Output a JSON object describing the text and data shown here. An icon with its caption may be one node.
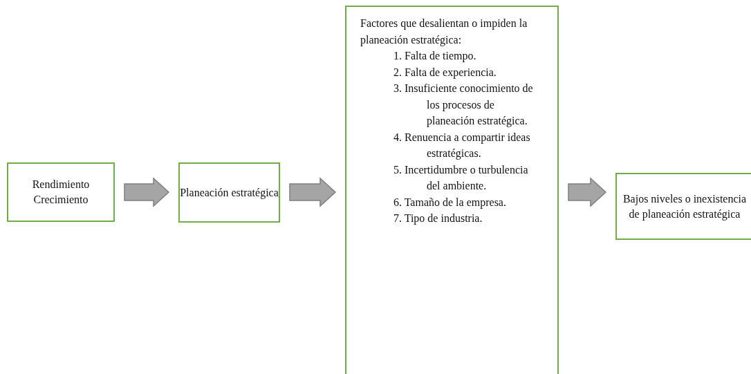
{
  "diagram": {
    "nodes": [
      {
        "text": [
          "Rendimiento Crecimiento"
        ]
      },
      {
        "text": [
          "Planeación estratégica"
        ]
      },
      {
        "text": [
          "Factores que desalientan o impiden la planeación estratégica:",
          "1. Falta de tiempo.",
          "2. Falta de experiencia.",
          "3. Insuficiente conocimiento de los procesos de planeación estratégica.",
          "4. Renuencia a compartir ideas estratégicas.",
          "5. Incertidumbre o turbulencia del ambiente.",
          "6. Tamaño de la empresa.",
          "7. Tipo de industria."
        ]
      },
      {
        "text": [
          "Bajos niveles o inexistencia de planeación estratégica"
        ]
      }
    ],
    "edges": [
      {
        "from": 0,
        "to": 1,
        "arrow": "to"
      },
      {
        "from": 1,
        "to": 2,
        "arrow": "to"
      },
      {
        "from": 2,
        "to": 3,
        "arrow": "to"
      }
    ]
  }
}
